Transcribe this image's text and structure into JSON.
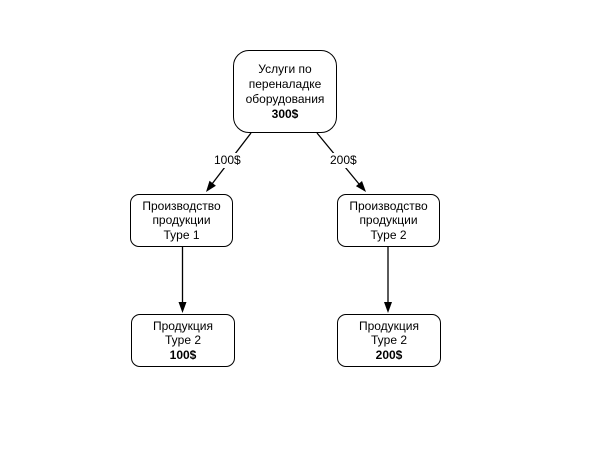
{
  "diagram": {
    "background": "#ffffff",
    "stroke_color": "#000000",
    "text_color": "#000000",
    "node_fill": "#ffffff",
    "nodes": {
      "root": {
        "lines": [
          "Услуги по",
          "переналадке",
          "оборудования"
        ],
        "value": "300$"
      },
      "prod1": {
        "lines": [
          "Производство",
          "продукции",
          "Type 1"
        ]
      },
      "prod2": {
        "lines": [
          "Производство",
          "продукции",
          "Type 2"
        ]
      },
      "out1": {
        "lines": [
          "Продукция",
          "Type 2"
        ],
        "value": "100$"
      },
      "out2": {
        "lines": [
          "Продукция",
          "Type 2"
        ],
        "value": "200$"
      }
    },
    "edge_labels": {
      "root_prod1": "100$",
      "root_prod2": "200$"
    }
  }
}
